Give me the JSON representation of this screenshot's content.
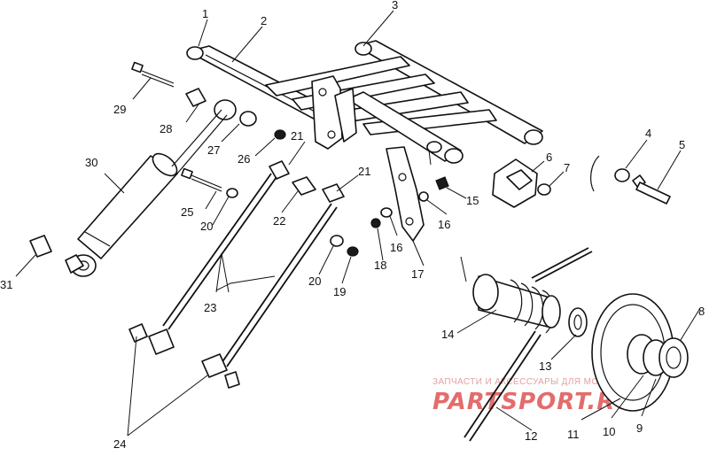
{
  "callouts": [
    {
      "id": "c1",
      "text": "1"
    },
    {
      "id": "c2",
      "text": "2"
    },
    {
      "id": "c3",
      "text": "3"
    },
    {
      "id": "c4",
      "text": "4"
    },
    {
      "id": "c5",
      "text": "5"
    },
    {
      "id": "c6",
      "text": "6"
    },
    {
      "id": "c7",
      "text": "7"
    },
    {
      "id": "c8",
      "text": "8"
    },
    {
      "id": "c9",
      "text": "9"
    },
    {
      "id": "c10",
      "text": "10"
    },
    {
      "id": "c11",
      "text": "11"
    },
    {
      "id": "c12",
      "text": "12"
    },
    {
      "id": "c13",
      "text": "13"
    },
    {
      "id": "c14",
      "text": "14"
    },
    {
      "id": "c15",
      "text": "15"
    },
    {
      "id": "c16a",
      "text": "16"
    },
    {
      "id": "c16b",
      "text": "16"
    },
    {
      "id": "c17",
      "text": "17"
    },
    {
      "id": "c18",
      "text": "18"
    },
    {
      "id": "c19",
      "text": "19"
    },
    {
      "id": "c20a",
      "text": "20"
    },
    {
      "id": "c20b",
      "text": "20"
    },
    {
      "id": "c21a",
      "text": "21"
    },
    {
      "id": "c21b",
      "text": "21"
    },
    {
      "id": "c22",
      "text": "22"
    },
    {
      "id": "c23",
      "text": "23"
    },
    {
      "id": "c24",
      "text": "24"
    },
    {
      "id": "c25",
      "text": "25"
    },
    {
      "id": "c26",
      "text": "26"
    },
    {
      "id": "c27",
      "text": "27"
    },
    {
      "id": "c28",
      "text": "28"
    },
    {
      "id": "c29",
      "text": "29"
    },
    {
      "id": "c30",
      "text": "30"
    },
    {
      "id": "c31",
      "text": "31"
    }
  ],
  "watermark": {
    "tagline": "ЗАПЧАСТИ И АКСЕССУАРЫ ДЛЯ МОТОТЕХНИКИ",
    "logo": "PARTSPORT.RU"
  },
  "colors": {
    "ink": "#111111",
    "watermark_text": "#e3a1a1",
    "watermark_logo": "#e36c6c"
  }
}
